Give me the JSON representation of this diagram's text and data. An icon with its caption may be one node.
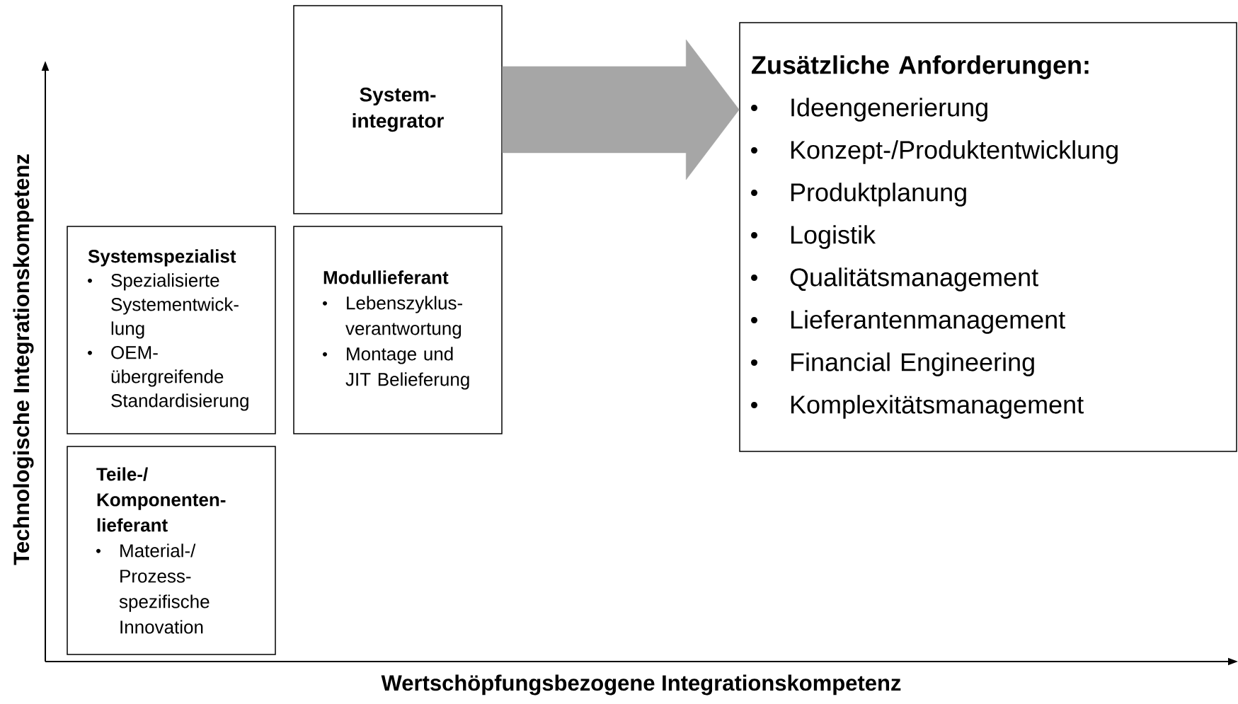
{
  "diagram": {
    "nodes": [
      {
        "text": [
          "System- integrator"
        ]
      },
      {
        "text": [
          "Systemspezialist",
          "Spezialisierte Systementwick- lung",
          "OEM- übergreifende Standardisierung"
        ]
      },
      {
        "text": [
          "Modullieferant",
          "Lebenszyklus- verantwortung",
          "Montage und JIT Belieferung"
        ]
      },
      {
        "text": [
          "Teile-/ Komponenten- lieferant",
          "Material-/ Prozess- spezifische Innovation"
        ]
      },
      {
        "text": [
          "Zusätzliche Anforderungen:",
          "Ideengenerierung",
          "Konzept-/Produktentwicklung",
          "Produktplanung",
          "Logistik",
          "Qualitätsmanagement",
          "Lieferantenmanagement",
          "Financial Engineering",
          "Komplexitätsmanagement"
        ]
      }
    ],
    "edges": [
      {
        "from": 0,
        "to": 4,
        "arrow": "to",
        "style": "thick",
        "color": "#a6a6a6"
      }
    ],
    "labels": [
      "Technologische Integrationskompetenz",
      "Wertschöpfungsbezogene Integrationskompetenz"
    ]
  }
}
